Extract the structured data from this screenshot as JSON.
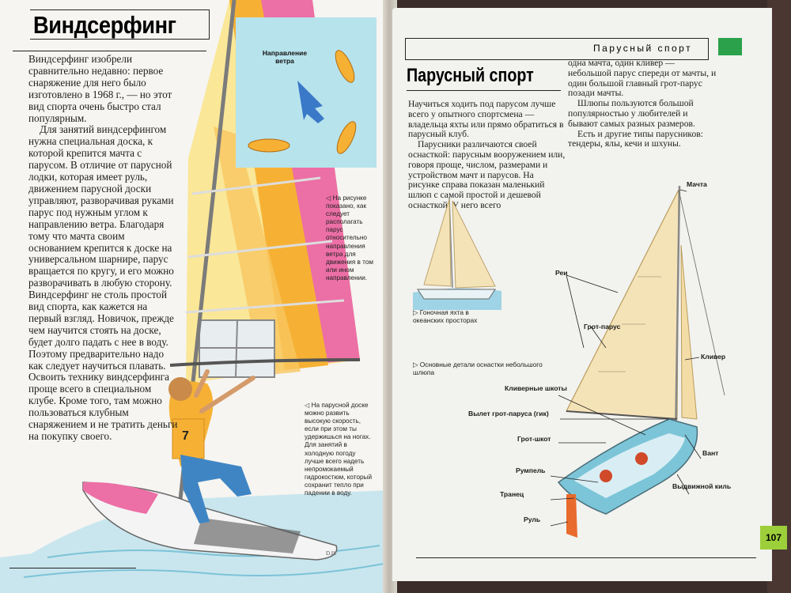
{
  "left_page": {
    "title": "Виндсерфинг",
    "paragraphs": [
      "Виндсерфинг изобрели сравнительно недавно: первое снаряжение для него было изготовлено в 1968 г., — но этот вид спорта очень быстро стал популярным.",
      "Для занятий виндсерфингом нужна специальная доска, к которой крепится мачта с парусом. В отличие от парусной лодки, которая имеет руль, движением парусной доски управляют, разворачивая руками парус под нужным углом к направлению ветра. Благодаря тому что мачта своим основанием крепится к доске на универсальном шарнире, парус вращается по кругу, и его можно разворачивать в любую сторону. Виндсерфинг не столь простой вид спорта, как кажется на первый взгляд. Новичок, прежде чем научится стоять на доске, будет долго падать с нее в воду. Поэтому предварительно надо как следует научиться плавать. Освоить технику виндсерфинга проще всего в специальном клубе. Кроме того, там можно пользоваться клубным снаряжением и не тратить деньги на покупку своего."
    ],
    "inset_label": "Направление ветра",
    "caption_wind": "На рисунке показано, как следует располагать парус относительно направления ветра для движения в том или ином направлении.",
    "caption_board": "На парусной доске можно развить высокую скорость, если при этом ты удержишься на ногах. Для занятий в холодную погоду лучше всего надеть непромокаемый гидрокостюм, который сохранит тепло при падении в воду.",
    "sailor_number": "7",
    "artist_signature": "D.H."
  },
  "right_page": {
    "header": "Парусный спорт",
    "title": "Парусный спорт",
    "col1_paragraphs": [
      "Научиться ходить под парусом лучше всего у опытного спортсмена — владельца яхты или прямо обратиться в парусный клуб.",
      "Парусники различаются своей оснасткой: парусным вооружением или, говоря проще, числом, размерами и устройством мачт и парусов. На рисунке справа показан маленький шлюп с самой простой и дешевой оснасткой. У него всего"
    ],
    "col2_paragraphs": [
      "одна мачта, один кливер — небольшой парус спереди от мачты, и один большой главный грот-парус позади мачты.",
      "Шлюпы пользуются большой популярностью у любителей и бывают самых разных размеров.",
      "Есть и другие типы парусников: тендеры, ялы, кечи и шхуны."
    ],
    "caption_yacht": "Гоночная яхта в океанских просторах",
    "caption_rigging": "Основные детали оснастки небольшого шлюпа",
    "labels": {
      "mast": "Мачта",
      "yards": "Реи",
      "mainsail": "Грот-парус",
      "jib": "Кливер",
      "jib_sheets": "Кливерные шкоты",
      "boom": "Вылет грот-паруса (гик)",
      "main_sheet": "Грот-шкот",
      "shroud": "Вант",
      "tiller": "Румпель",
      "transom": "Транец",
      "rudder": "Руль",
      "centreboard": "Выдвижной киль"
    },
    "page_number": "107"
  },
  "colors": {
    "green_tab": "#2aa14a",
    "page_number_bg": "#9ccf3a",
    "sail_pink": "#ec6fa6",
    "sail_orange": "#f6b134",
    "sail_yellow": "#fbe27a",
    "inset_blue": "#b7e3ec",
    "sail_cream": "#f5e3b8"
  }
}
